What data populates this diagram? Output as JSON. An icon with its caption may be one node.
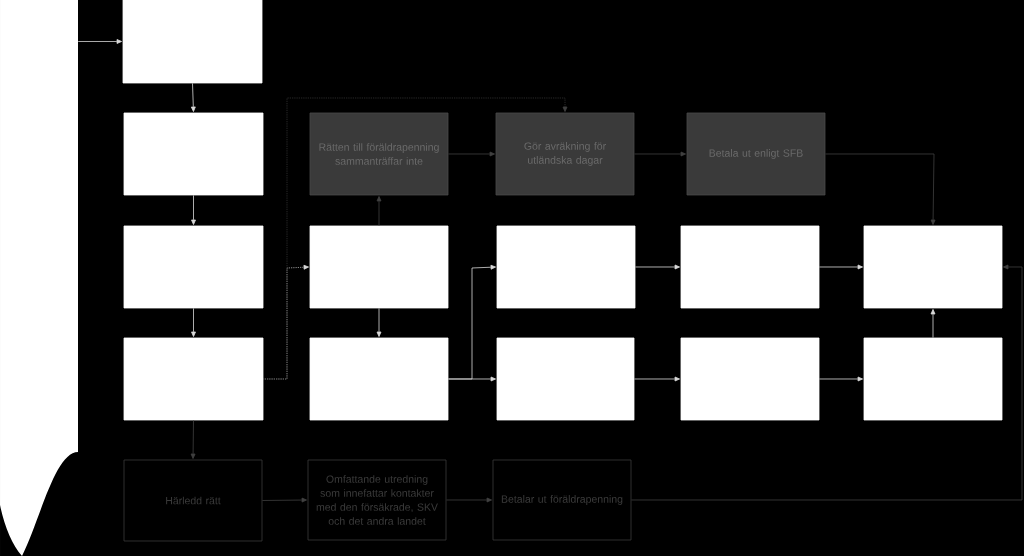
{
  "diagram": {
    "nodes": [
      {
        "text": [],
        "shape": "box"
      },
      {
        "text": [],
        "shape": "box"
      },
      {
        "text": [],
        "shape": "box"
      },
      {
        "text": [],
        "shape": "box"
      },
      {
        "text": [],
        "shape": "box"
      },
      {
        "text": [
          "Rätten till föräldrapenning sammanträffar inte"
        ]
      },
      {
        "text": [
          "Gör avräkning för utländska dagar"
        ]
      },
      {
        "text": [
          "Betala ut enligt SFB"
        ]
      },
      {
        "text": [],
        "shape": "box"
      },
      {
        "text": [],
        "shape": "box"
      },
      {
        "text": [],
        "shape": "box"
      },
      {
        "text": [],
        "shape": "box"
      },
      {
        "text": [],
        "shape": "box"
      },
      {
        "text": [],
        "shape": "box"
      },
      {
        "text": [],
        "shape": "box"
      },
      {
        "text": [],
        "shape": "box"
      },
      {
        "text": [
          "Härledd rätt"
        ]
      },
      {
        "text": [
          "Omfattande utredning som innefattar kontakter med den försäkrade, SKV och det andra landet"
        ]
      },
      {
        "text": [
          "Betalar ut föräldrapenning"
        ]
      }
    ],
    "edges": [
      {
        "from": 0,
        "to": 1,
        "arrow": "to"
      },
      {
        "from": 1,
        "to": 2,
        "arrow": "to"
      },
      {
        "from": 2,
        "to": 3,
        "arrow": "to"
      },
      {
        "from": 3,
        "to": 4,
        "arrow": "to"
      },
      {
        "from": 4,
        "to": 8,
        "arrow": "to",
        "style": "dashed"
      },
      {
        "from": 4,
        "to": 6,
        "arrow": "to",
        "style": "dashed",
        "color": "#404040"
      },
      {
        "from": 8,
        "to": 5,
        "arrow": "to",
        "color": "#404040"
      },
      {
        "from": 8,
        "to": 12,
        "arrow": "to"
      },
      {
        "from": 5,
        "to": 6,
        "arrow": "to",
        "color": "#404040"
      },
      {
        "from": 6,
        "to": 7,
        "arrow": "to",
        "color": "#404040"
      },
      {
        "from": 7,
        "to": 11,
        "arrow": "to",
        "color": "#404040"
      },
      {
        "from": 12,
        "to": 9,
        "arrow": "to"
      },
      {
        "from": 12,
        "to": 13,
        "arrow": "to"
      },
      {
        "from": 9,
        "to": 10,
        "arrow": "to"
      },
      {
        "from": 10,
        "to": 11,
        "arrow": "to"
      },
      {
        "from": 13,
        "to": 14,
        "arrow": "to"
      },
      {
        "from": 14,
        "to": 15,
        "arrow": "to"
      },
      {
        "from": 15,
        "to": 11,
        "arrow": "to"
      },
      {
        "from": 4,
        "to": 16,
        "arrow": "to",
        "color": "#404040"
      },
      {
        "from": 16,
        "to": 17,
        "arrow": "to",
        "color": "#404040"
      },
      {
        "from": 17,
        "to": 18,
        "arrow": "to",
        "color": "#404040"
      },
      {
        "from": 18,
        "to": 11,
        "arrow": "to",
        "color": "#404040"
      }
    ]
  }
}
